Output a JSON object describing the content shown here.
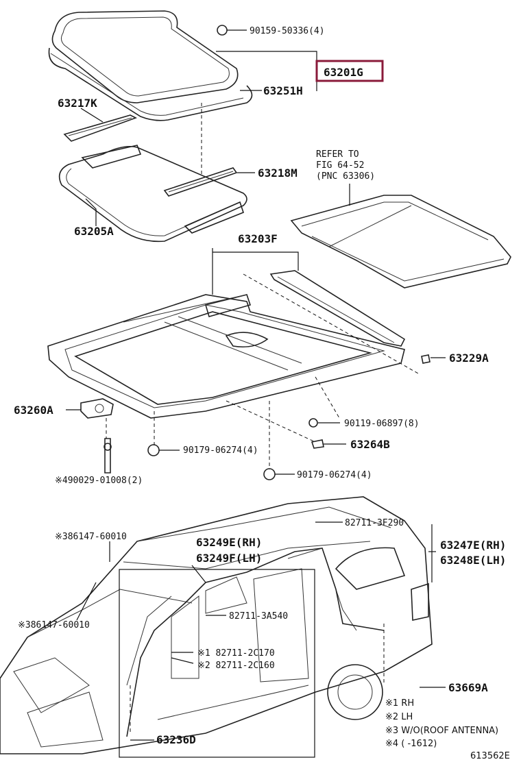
{
  "parts": {
    "p1": "90159-50336(4)",
    "p2": "63201G",
    "p3": "63251H",
    "p4": "63217K",
    "p5": "63218M",
    "p6": "63205A",
    "p7": "63203F",
    "p8": "63229A",
    "p9": "63260A",
    "p10": "90119-06897(8)",
    "p11": "63264B",
    "p12": "90179-06274(4)",
    "p13": "90179-06274(4)",
    "p14": "※490029-01008(2)",
    "p15": "※386147-60010",
    "p16": "※386147-60010",
    "p17": "63249E(RH)",
    "p18": "63249F(LH)",
    "p19": "82711-3F290",
    "p20": "63247E(RH)",
    "p21": "63248E(LH)",
    "p22": "82711-3A540",
    "p23": "※1 82711-2C170",
    "p24": "※2 82711-2C160",
    "p25": "63669A",
    "p26": "63236D"
  },
  "refer": {
    "line1": "REFER TO",
    "line2": "FIG 64-52",
    "line3": "(PNC 63306)"
  },
  "notes": {
    "n1": "※1 RH",
    "n2": "※2 LH",
    "n3": "※3 W/O(ROOF ANTENNA)",
    "n4": "※4 (      -1612)"
  },
  "figure_id": "613562E",
  "highlight_color": "#8a1a3a"
}
